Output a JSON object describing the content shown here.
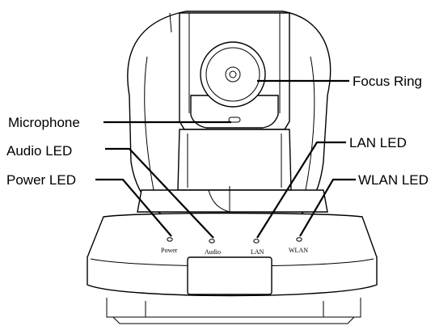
{
  "labels": {
    "focus_ring": "Focus Ring",
    "microphone": "Microphone",
    "audio_led": "Audio LED",
    "power_led": "Power LED",
    "lan_led": "LAN LED",
    "wlan_led": "WLAN LED"
  },
  "led_labels": {
    "power": "Power",
    "audio": "Audio",
    "lan": "LAN",
    "wlan": "WLAN"
  }
}
